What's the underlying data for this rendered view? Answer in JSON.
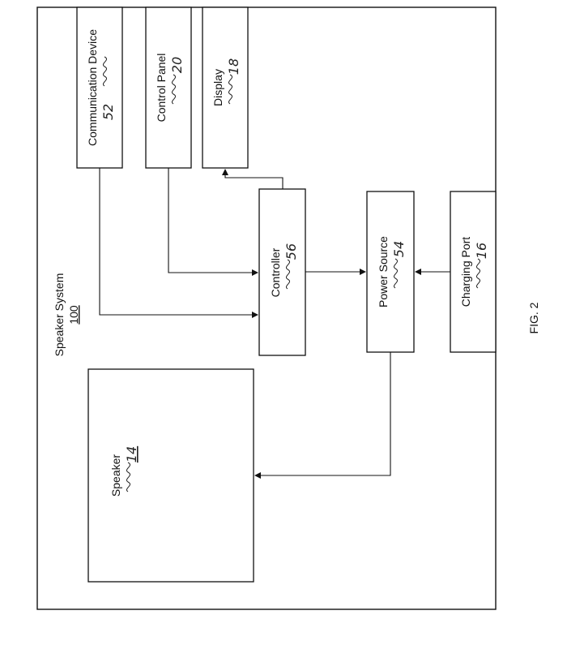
{
  "figure_label": "FIG. 2",
  "system": {
    "label": "Speaker System",
    "ref": "100"
  },
  "blocks": {
    "communication_device": {
      "label": "Communication Device",
      "ref": "52"
    },
    "control_panel": {
      "label": "Control Panel",
      "ref": "20"
    },
    "display": {
      "label": "Display",
      "ref": "18"
    },
    "controller": {
      "label": "Controller",
      "ref": "56"
    },
    "power_source": {
      "label": "Power Source",
      "ref": "54"
    },
    "charging_port": {
      "label": "Charging Port",
      "ref": "16"
    },
    "speaker": {
      "label": "Speaker",
      "ref": "14"
    }
  }
}
